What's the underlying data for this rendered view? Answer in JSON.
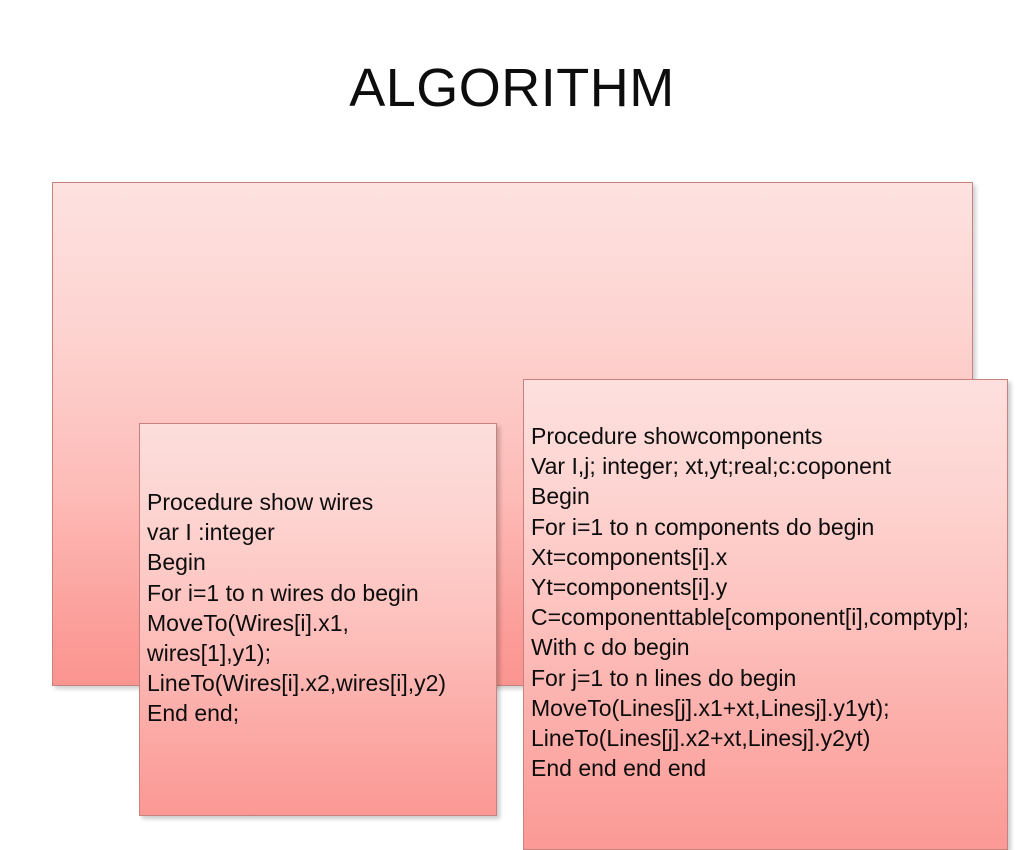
{
  "slide": {
    "title": "ALGORITHM",
    "background_color": "#ffffff"
  },
  "panel": {
    "border_color": "#c8827e",
    "gradient_top_color": "#fde2e0",
    "gradient_bottom_color": "#fb9591"
  },
  "boxes": {
    "wires": {
      "name": "show-wires-procedure",
      "lines": [
        "Procedure show wires",
        "var I :integer",
        "Begin",
        "For i=1 to n wires do begin",
        "MoveTo(Wires[i].x1,",
        "wires[1],y1);",
        "LineTo(Wires[i].x2,wires[i],y2)",
        "End end;"
      ]
    },
    "components": {
      "name": "show-components-procedure",
      "lines": [
        "Procedure showcomponents",
        "Var I,j; integer; xt,yt;real;c:coponent",
        "Begin",
        "For i=1 to n components do begin",
        "Xt=components[i].x",
        "Yt=components[i].y",
        "C=componenttable[component[i],comptyp];",
        "With c do begin",
        "For j=1 to n lines do begin",
        "MoveTo(Lines[j].x1+xt,Linesj].y1yt);",
        "LineTo(Lines[j].x2+xt,Linesj].y2yt)",
        "End end end end"
      ]
    }
  }
}
